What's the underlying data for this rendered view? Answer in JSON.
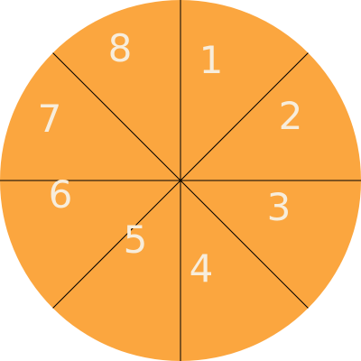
{
  "wheel": {
    "fill_color": "#fba63f",
    "line_color": "#000000",
    "label_color": "#f7eddc",
    "segments": [
      {
        "label": "1"
      },
      {
        "label": "2"
      },
      {
        "label": "3"
      },
      {
        "label": "4"
      },
      {
        "label": "5"
      },
      {
        "label": "6"
      },
      {
        "label": "7"
      },
      {
        "label": "8"
      }
    ]
  }
}
